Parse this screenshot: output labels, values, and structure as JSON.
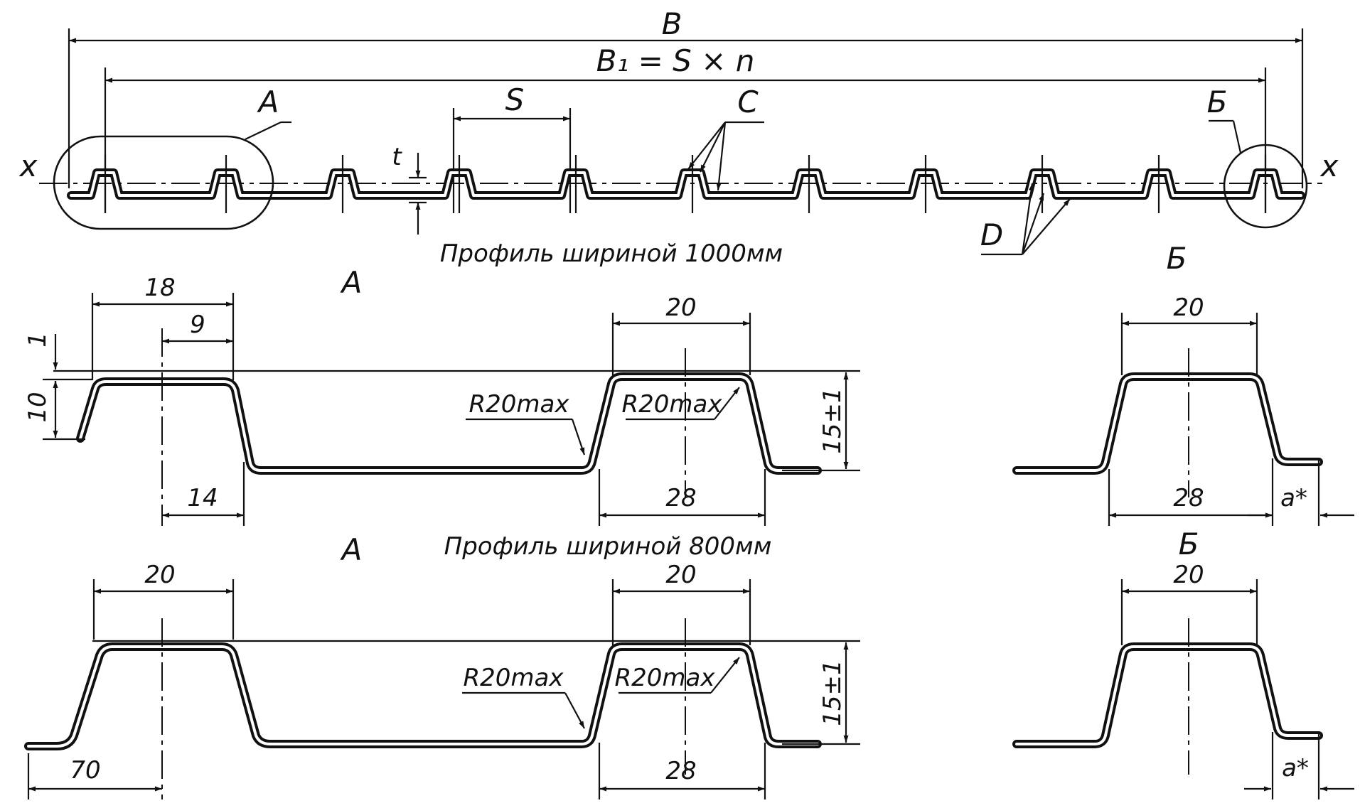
{
  "overview": {
    "dim_B": "B",
    "dim_B1": "B₁ = S × n",
    "dim_S": "S",
    "label_t": "t",
    "label_C": "C",
    "label_D": "D",
    "label_A": "A",
    "label_B": "Б",
    "axis_x_left": "x",
    "axis_x_right": "x",
    "caption_1000": "Профиль шириной  1000мм"
  },
  "detail_A_1000": {
    "title": "A",
    "dim_18": "18",
    "dim_9": "9",
    "dim_1": "1",
    "dim_10": "10",
    "dim_14": "14",
    "dim_20": "20",
    "dim_28": "28",
    "dim_15": "15±1",
    "radius_left": "R20max",
    "radius_right": "R20max"
  },
  "detail_B_1000": {
    "title": "Б",
    "dim_20": "20",
    "dim_28": "28",
    "dim_a": "a*"
  },
  "caption_800": "Профиль шириной  800мм",
  "detail_A_800": {
    "title": "A",
    "dim_20_left": "20",
    "dim_70": "70",
    "dim_20": "20",
    "dim_28": "28",
    "dim_15": "15±1",
    "radius_left": "R20max",
    "radius_right": "R20max"
  },
  "detail_B_800": {
    "title": "Б",
    "dim_20": "20",
    "dim_a": "a*"
  }
}
